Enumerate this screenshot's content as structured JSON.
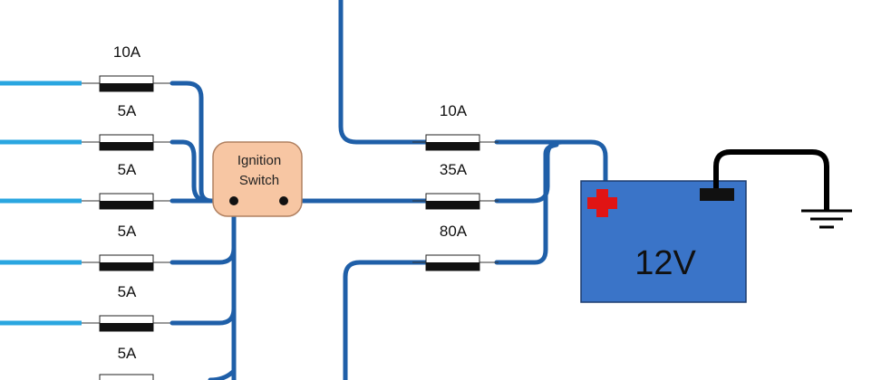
{
  "colors": {
    "wire_dark": "#1f5fa8",
    "wire_light": "#2aa6e0",
    "fuse_body": "#ffffff",
    "fuse_band": "#111111",
    "switch_fill": "#f7c6a3",
    "switch_stroke": "#b08060",
    "battery_fill": "#3a74c8",
    "battery_stroke": "#1d3c6e",
    "positive": "#e01414",
    "ground_wire": "#000000"
  },
  "left_fuses": [
    "10A",
    "5A",
    "5A",
    "5A",
    "5A",
    "5A"
  ],
  "center_fuses": [
    "10A",
    "35A",
    "80A"
  ],
  "ignition_switch": {
    "line1": "Ignition",
    "line2": "Switch"
  },
  "battery": {
    "label": "12V",
    "positive_icon": "plus-icon",
    "negative_icon": "minus-terminal-icon"
  },
  "ground_icon": "ground-icon"
}
